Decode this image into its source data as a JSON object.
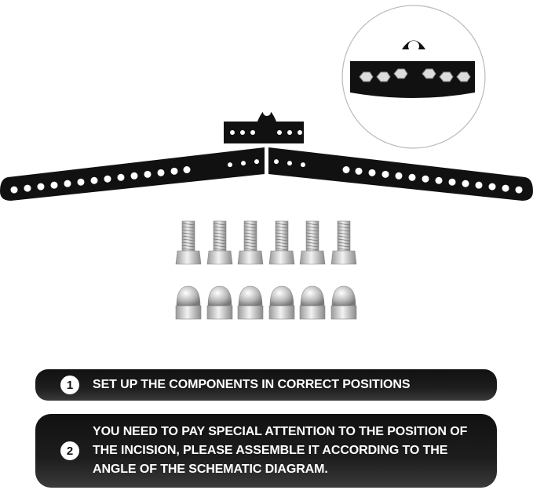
{
  "steps": [
    {
      "number": "1",
      "text": "SET UP THE COMPONENTS IN CORRECT POSITIONS"
    },
    {
      "number": "2",
      "text": "YOU NEED TO PAY SPECIAL ATTENTION TO THE POSITION OF THE INCISION, PLEASE ASSEMBLE IT ACCORDING TO THE ANGLE OF THE SCHEMATIC DIAGRAM."
    }
  ],
  "components": {
    "bolt_count": 6,
    "nut_count": 6
  },
  "colors": {
    "bracket": "#111111",
    "step_bg": "#1a1a1a"
  }
}
